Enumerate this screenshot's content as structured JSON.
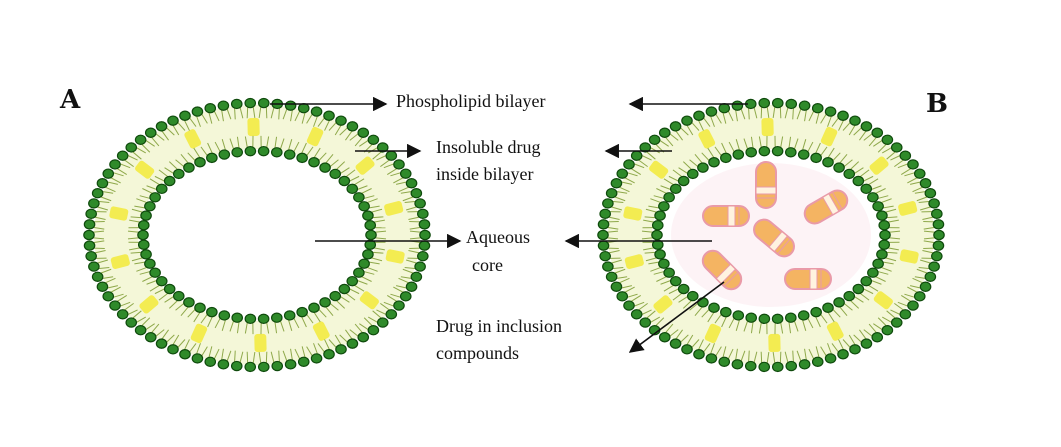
{
  "panels": {
    "left_label": "A",
    "right_label": "B"
  },
  "callouts": {
    "phospholipid": "Phospholipid bilayer",
    "insoluble_line1": "Insoluble drug",
    "insoluble_line2": "inside bilayer",
    "aqueous_line1": "Aqueous",
    "aqueous_line2": "core",
    "inclusion_line1": "Drug in inclusion",
    "inclusion_line2": "compounds"
  },
  "colors": {
    "head_fill": "#2f8a2a",
    "head_stroke": "#0f4a0c",
    "tail": "#8ea84a",
    "bilayer_bg": "#f4f7d8",
    "drug_in_bilayer": "#f2ea3a",
    "capsule_fill": "#f4b462",
    "capsule_stroke": "#e99aa8",
    "capsule_band": "#fff3e0",
    "inclusion_bg": "#fbe9ee"
  }
}
